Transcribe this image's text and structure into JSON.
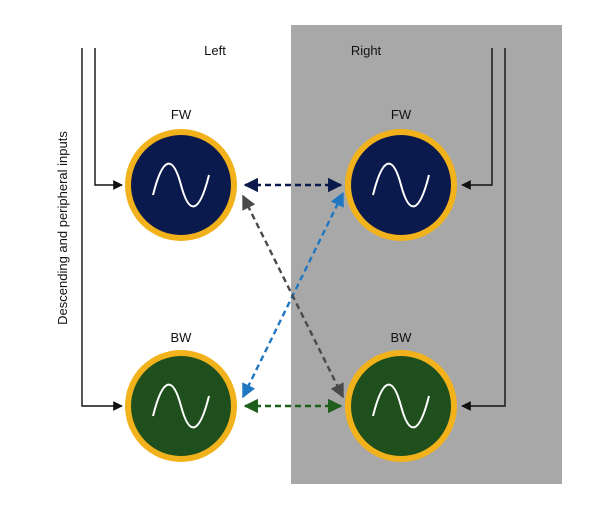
{
  "sides": {
    "left": "Left",
    "right": "Right"
  },
  "side_label": "Descending and peripheral inputs",
  "oscillators": {
    "left_fw": "FW",
    "right_fw": "FW",
    "left_bw": "BW",
    "right_bw": "BW"
  },
  "colors": {
    "right_panel": "#a8a8a8",
    "fw_fill": "#0b1a4d",
    "bw_fill": "#1f4f1c",
    "ring": "#f2b21c",
    "wave": "#ffffff",
    "fw_link": "#0b1a4d",
    "bw_link": "#1f5f1c",
    "cross_blue": "#1f77c2",
    "cross_gray": "#4a4a4a",
    "input_line": "#111111"
  },
  "icons": {
    "oscillator": "sine-wave-icon",
    "connection": "dashed-double-arrow"
  }
}
